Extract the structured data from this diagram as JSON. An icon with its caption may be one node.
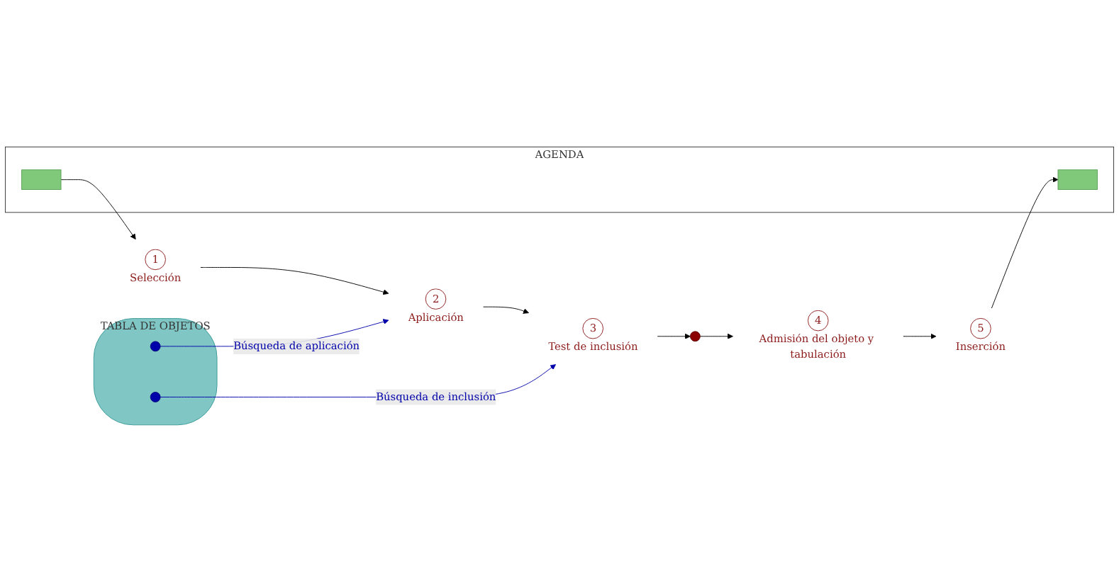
{
  "diagram": {
    "nodes": [
      {
        "text": [
          "AGENDA"
        ]
      },
      {
        "text": [],
        "shape": "bar",
        "in": 0
      },
      {
        "text": [],
        "shape": "bar",
        "in": 0
      },
      {
        "text": [
          "1"
        ],
        "beside": [
          "Selección"
        ]
      },
      {
        "text": [
          "2"
        ],
        "beside": [
          "Aplicación"
        ]
      },
      {
        "text": [
          "3"
        ],
        "beside": [
          "Test de inclusión"
        ]
      },
      {
        "text": [
          "4"
        ],
        "beside": [
          "Admisión del objeto y tabulación"
        ]
      },
      {
        "text": [
          "5"
        ],
        "beside": [
          "Inserción"
        ]
      },
      {
        "text": [
          "TABLA DE OBJETOS"
        ]
      },
      {
        "text": [],
        "shape": "circle",
        "in": 8
      },
      {
        "text": [],
        "shape": "circle",
        "in": 8
      },
      {
        "text": [],
        "shape": "circle"
      }
    ],
    "edges": [
      {
        "from": 1,
        "to": 3,
        "arrow": "to"
      },
      {
        "from": 3,
        "to": 4,
        "arrow": "to"
      },
      {
        "from": 4,
        "to": 5,
        "arrow": "to"
      },
      {
        "from": 5,
        "to": 11,
        "arrow": "to"
      },
      {
        "from": 11,
        "to": 6,
        "arrow": "to"
      },
      {
        "from": 6,
        "to": 7,
        "arrow": "to"
      },
      {
        "from": 7,
        "to": 2,
        "arrow": "to"
      },
      {
        "from": 10,
        "to": 5,
        "arrow": "to",
        "label": "Búsqueda de inclusión",
        "color": "#0000aa"
      },
      {
        "from": 9,
        "to": 4,
        "arrow": "to",
        "label": "Búsqueda de aplicación",
        "color": "#0000aa"
      }
    ]
  }
}
